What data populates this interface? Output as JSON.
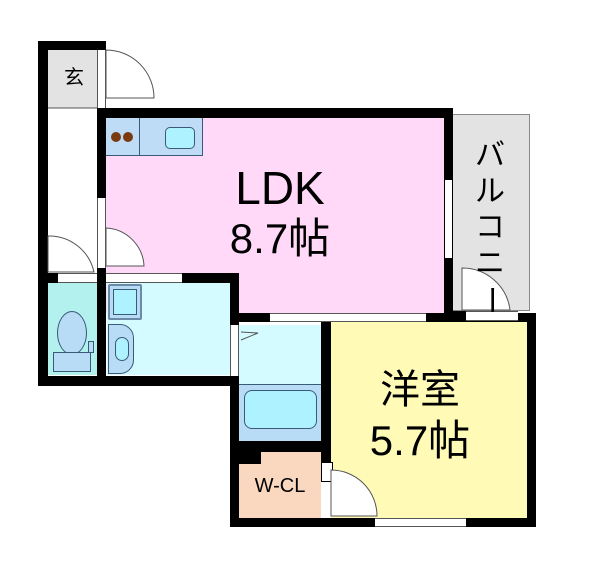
{
  "floorplan": {
    "rooms": {
      "entrance": {
        "label": "玄",
        "color": "#e3e3e3"
      },
      "ldk": {
        "name": "LDK",
        "size": "8.7帖",
        "color": "#ffd9f7"
      },
      "kitchen_counter": {
        "color": "#bfdcf7"
      },
      "washroom": {
        "color": "#d4fbff"
      },
      "toilet": {
        "color": "#b3f1ee"
      },
      "bath": {
        "color": "#b9dcf6"
      },
      "western_room": {
        "name": "洋室",
        "size": "5.7帖",
        "color": "#fffbb7"
      },
      "walk_in_closet": {
        "label": "W-CL",
        "color": "#fad8c0"
      },
      "balcony": {
        "label_chars": [
          "バ",
          "ル",
          "コ",
          "ニ",
          "ー"
        ],
        "color": "#e3e3e3"
      },
      "corridor": {
        "color": "#ffffff"
      }
    },
    "colors": {
      "wall": "#000000",
      "stove_burner": "#7a3b10",
      "fixture_outline": "#3a5a7a",
      "sink_fill": "#aef1ff"
    }
  }
}
